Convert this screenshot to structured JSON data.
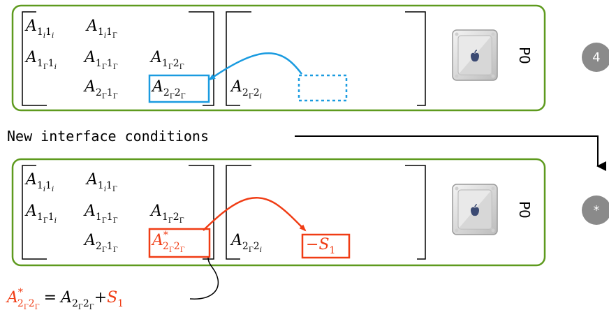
{
  "panels": [
    {
      "matrix": {
        "row1": {
          "c1": {
            "base": "A",
            "sub": "1",
            "subsub": "i",
            "sub2": "1",
            "sub2sub": "i"
          },
          "c2": {
            "base": "A",
            "sub": "1",
            "subsub": "i",
            "sub2": "1",
            "sub2sub": "Γ"
          }
        },
        "row2": {
          "c1": {
            "base": "A",
            "sub": "1",
            "subsub": "Γ",
            "sub2": "1",
            "sub2sub": "i"
          },
          "c2": {
            "base": "A",
            "sub": "1",
            "subsub": "Γ",
            "sub2": "1",
            "sub2sub": "Γ"
          },
          "c3": {
            "base": "A",
            "sub": "1",
            "subsub": "Γ",
            "sub2": "2",
            "sub2sub": "Γ"
          }
        },
        "row3": {
          "c2": {
            "base": "A",
            "sub": "2",
            "subsub": "Γ",
            "sub2": "1",
            "sub2sub": "Γ"
          },
          "c3": {
            "base": "A",
            "sub": "2",
            "subsub": "Γ",
            "sub2": "2",
            "sub2sub": "Γ"
          }
        }
      },
      "rhs": {
        "base": "A",
        "sub": "2",
        "subsub": "Γ",
        "sub2": "2",
        "sub2sub": "i"
      },
      "process_label": "P0",
      "step_badge": "4"
    },
    {
      "matrix": {
        "row1": {
          "c1": {
            "base": "A",
            "sub": "1",
            "subsub": "i",
            "sub2": "1",
            "sub2sub": "i"
          },
          "c2": {
            "base": "A",
            "sub": "1",
            "subsub": "i",
            "sub2": "1",
            "sub2sub": "Γ"
          }
        },
        "row2": {
          "c1": {
            "base": "A",
            "sub": "1",
            "subsub": "Γ",
            "sub2": "1",
            "sub2sub": "i"
          },
          "c2": {
            "base": "A",
            "sub": "1",
            "subsub": "Γ",
            "sub2": "1",
            "sub2sub": "Γ"
          },
          "c3": {
            "base": "A",
            "sub": "1",
            "subsub": "Γ",
            "sub2": "2",
            "sub2sub": "Γ"
          }
        },
        "row3": {
          "c2": {
            "base": "A",
            "sub": "2",
            "subsub": "Γ",
            "sub2": "1",
            "sub2sub": "Γ"
          },
          "c3": {
            "base": "A",
            "sup": "*",
            "sub": "2",
            "subsub": "Γ",
            "sub2": "2",
            "sub2sub": "Γ"
          }
        }
      },
      "rhs": {
        "base": "A",
        "sub": "2",
        "subsub": "Γ",
        "sub2": "2",
        "sub2sub": "i"
      },
      "new_term": {
        "sign": "−",
        "base": "S",
        "sub": "1"
      },
      "process_label": "P0",
      "step_badge": "*"
    }
  ],
  "transition_label": "New interface conditions",
  "equation": {
    "lhs": {
      "base": "A",
      "sup": "*",
      "sub": "2",
      "subsub": "Γ",
      "sub2": "2",
      "sub2sub": "Γ"
    },
    "eq": "=",
    "t1": {
      "base": "A",
      "sub": "2",
      "subsub": "Γ",
      "sub2": "2",
      "sub2sub": "Γ"
    },
    "plus": "+",
    "t2": {
      "base": "S",
      "sub": "1"
    }
  },
  "colors": {
    "panel_border": "#5e9a1e",
    "blue": "#1a9be0",
    "red": "#f03c14",
    "badge": "#8a8a8a",
    "text": "#000000"
  }
}
